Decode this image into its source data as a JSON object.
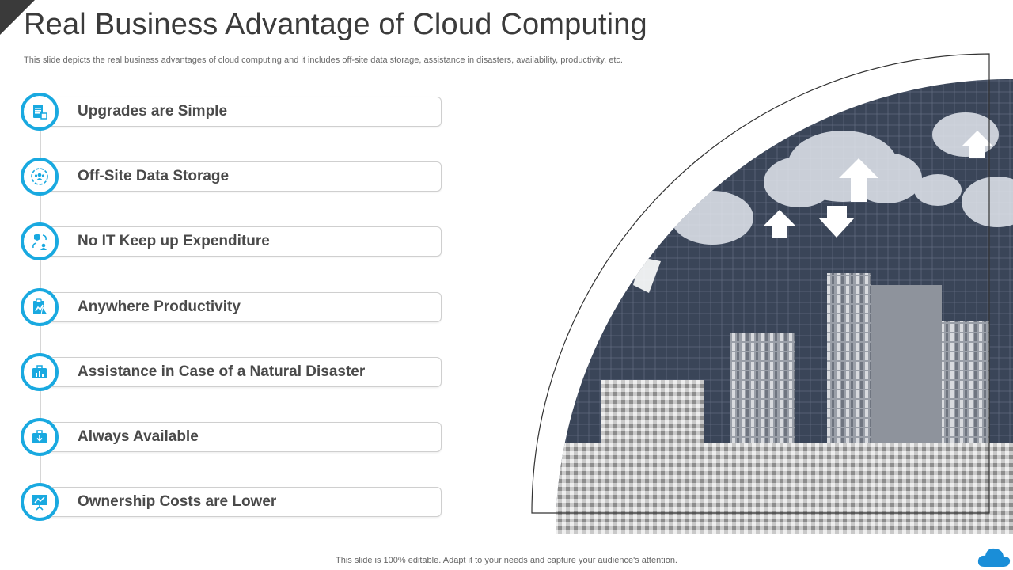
{
  "slide": {
    "title": "Real Business Advantage of Cloud Computing",
    "subtitle": "This slide depicts the real business advantages of cloud computing and it includes off-site data storage, assistance in disasters, availability, productivity,  etc.",
    "footer": "This slide is 100% editable. Adapt it to your needs and capture your audience's attention."
  },
  "advantages": [
    {
      "label": "Upgrades are Simple",
      "icon": "document-list-icon"
    },
    {
      "label": "Off-Site Data Storage",
      "icon": "team-circle-icon"
    },
    {
      "label": "No IT Keep up Expenditure",
      "icon": "cube-cycle-icon"
    },
    {
      "label": "Anywhere Productivity",
      "icon": "clipboard-chart-icon"
    },
    {
      "label": "Assistance in Case of a Natural Disaster",
      "icon": "briefcase-chart-icon"
    },
    {
      "label": "Always Available",
      "icon": "briefcase-download-icon"
    },
    {
      "label": "Ownership Costs are Lower",
      "icon": "presentation-board-icon"
    }
  ],
  "colors": {
    "accent": "#19a9e0",
    "title": "#3b3b3b",
    "text": "#4a4a4a"
  }
}
